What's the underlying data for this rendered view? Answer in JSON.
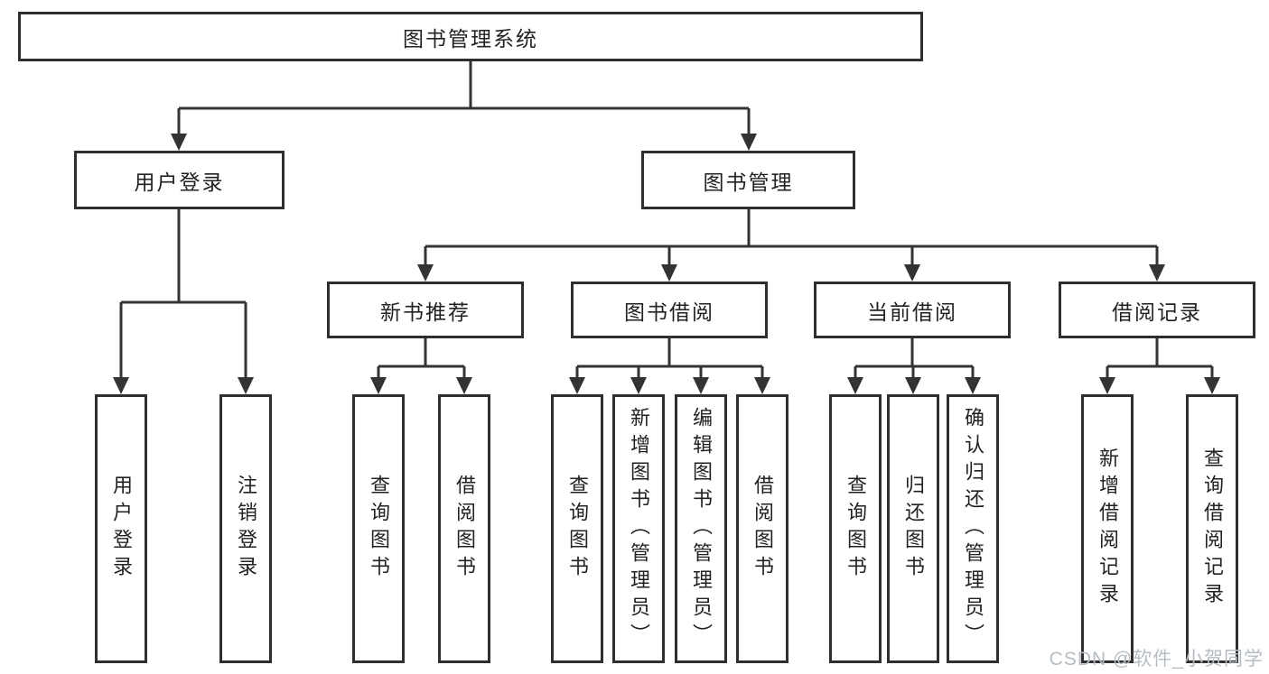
{
  "diagram": {
    "type": "hierarchy",
    "root": "图书管理系统",
    "level2": [
      "用户登录",
      "图书管理"
    ],
    "level3": [
      "新书推荐",
      "图书借阅",
      "当前借阅",
      "借阅记录"
    ],
    "leaves": [
      "用户登录",
      "注销登录",
      "查询图书",
      "借阅图书",
      "查询图书",
      "新增图书（管理员）",
      "编辑图书（管理员）",
      "借阅图书",
      "查询图书",
      "归还图书",
      "确认归还（管理员）",
      "新增借阅记录",
      "查询借阅记录"
    ],
    "edges": [
      {
        "from": "图书管理系统",
        "to": [
          "用户登录",
          "图书管理"
        ]
      },
      {
        "from": "用户登录",
        "to": [
          "用户登录",
          "注销登录"
        ]
      },
      {
        "from": "图书管理",
        "to": [
          "新书推荐",
          "图书借阅",
          "当前借阅",
          "借阅记录"
        ]
      },
      {
        "from": "新书推荐",
        "to": [
          "查询图书",
          "借阅图书"
        ]
      },
      {
        "from": "图书借阅",
        "to": [
          "查询图书",
          "新增图书（管理员）",
          "编辑图书（管理员）",
          "借阅图书"
        ]
      },
      {
        "from": "当前借阅",
        "to": [
          "查询图书",
          "归还图书",
          "确认归还（管理员）"
        ]
      },
      {
        "from": "借阅记录",
        "to": [
          "新增借阅记录",
          "查询借阅记录"
        ]
      }
    ],
    "colors": {
      "line": "#333333",
      "border": "#2f2f2f",
      "text": "#222222",
      "background": "#ffffff",
      "watermark": "#b6bcc4"
    },
    "watermark": "CSDN @软件_小贺同学"
  }
}
